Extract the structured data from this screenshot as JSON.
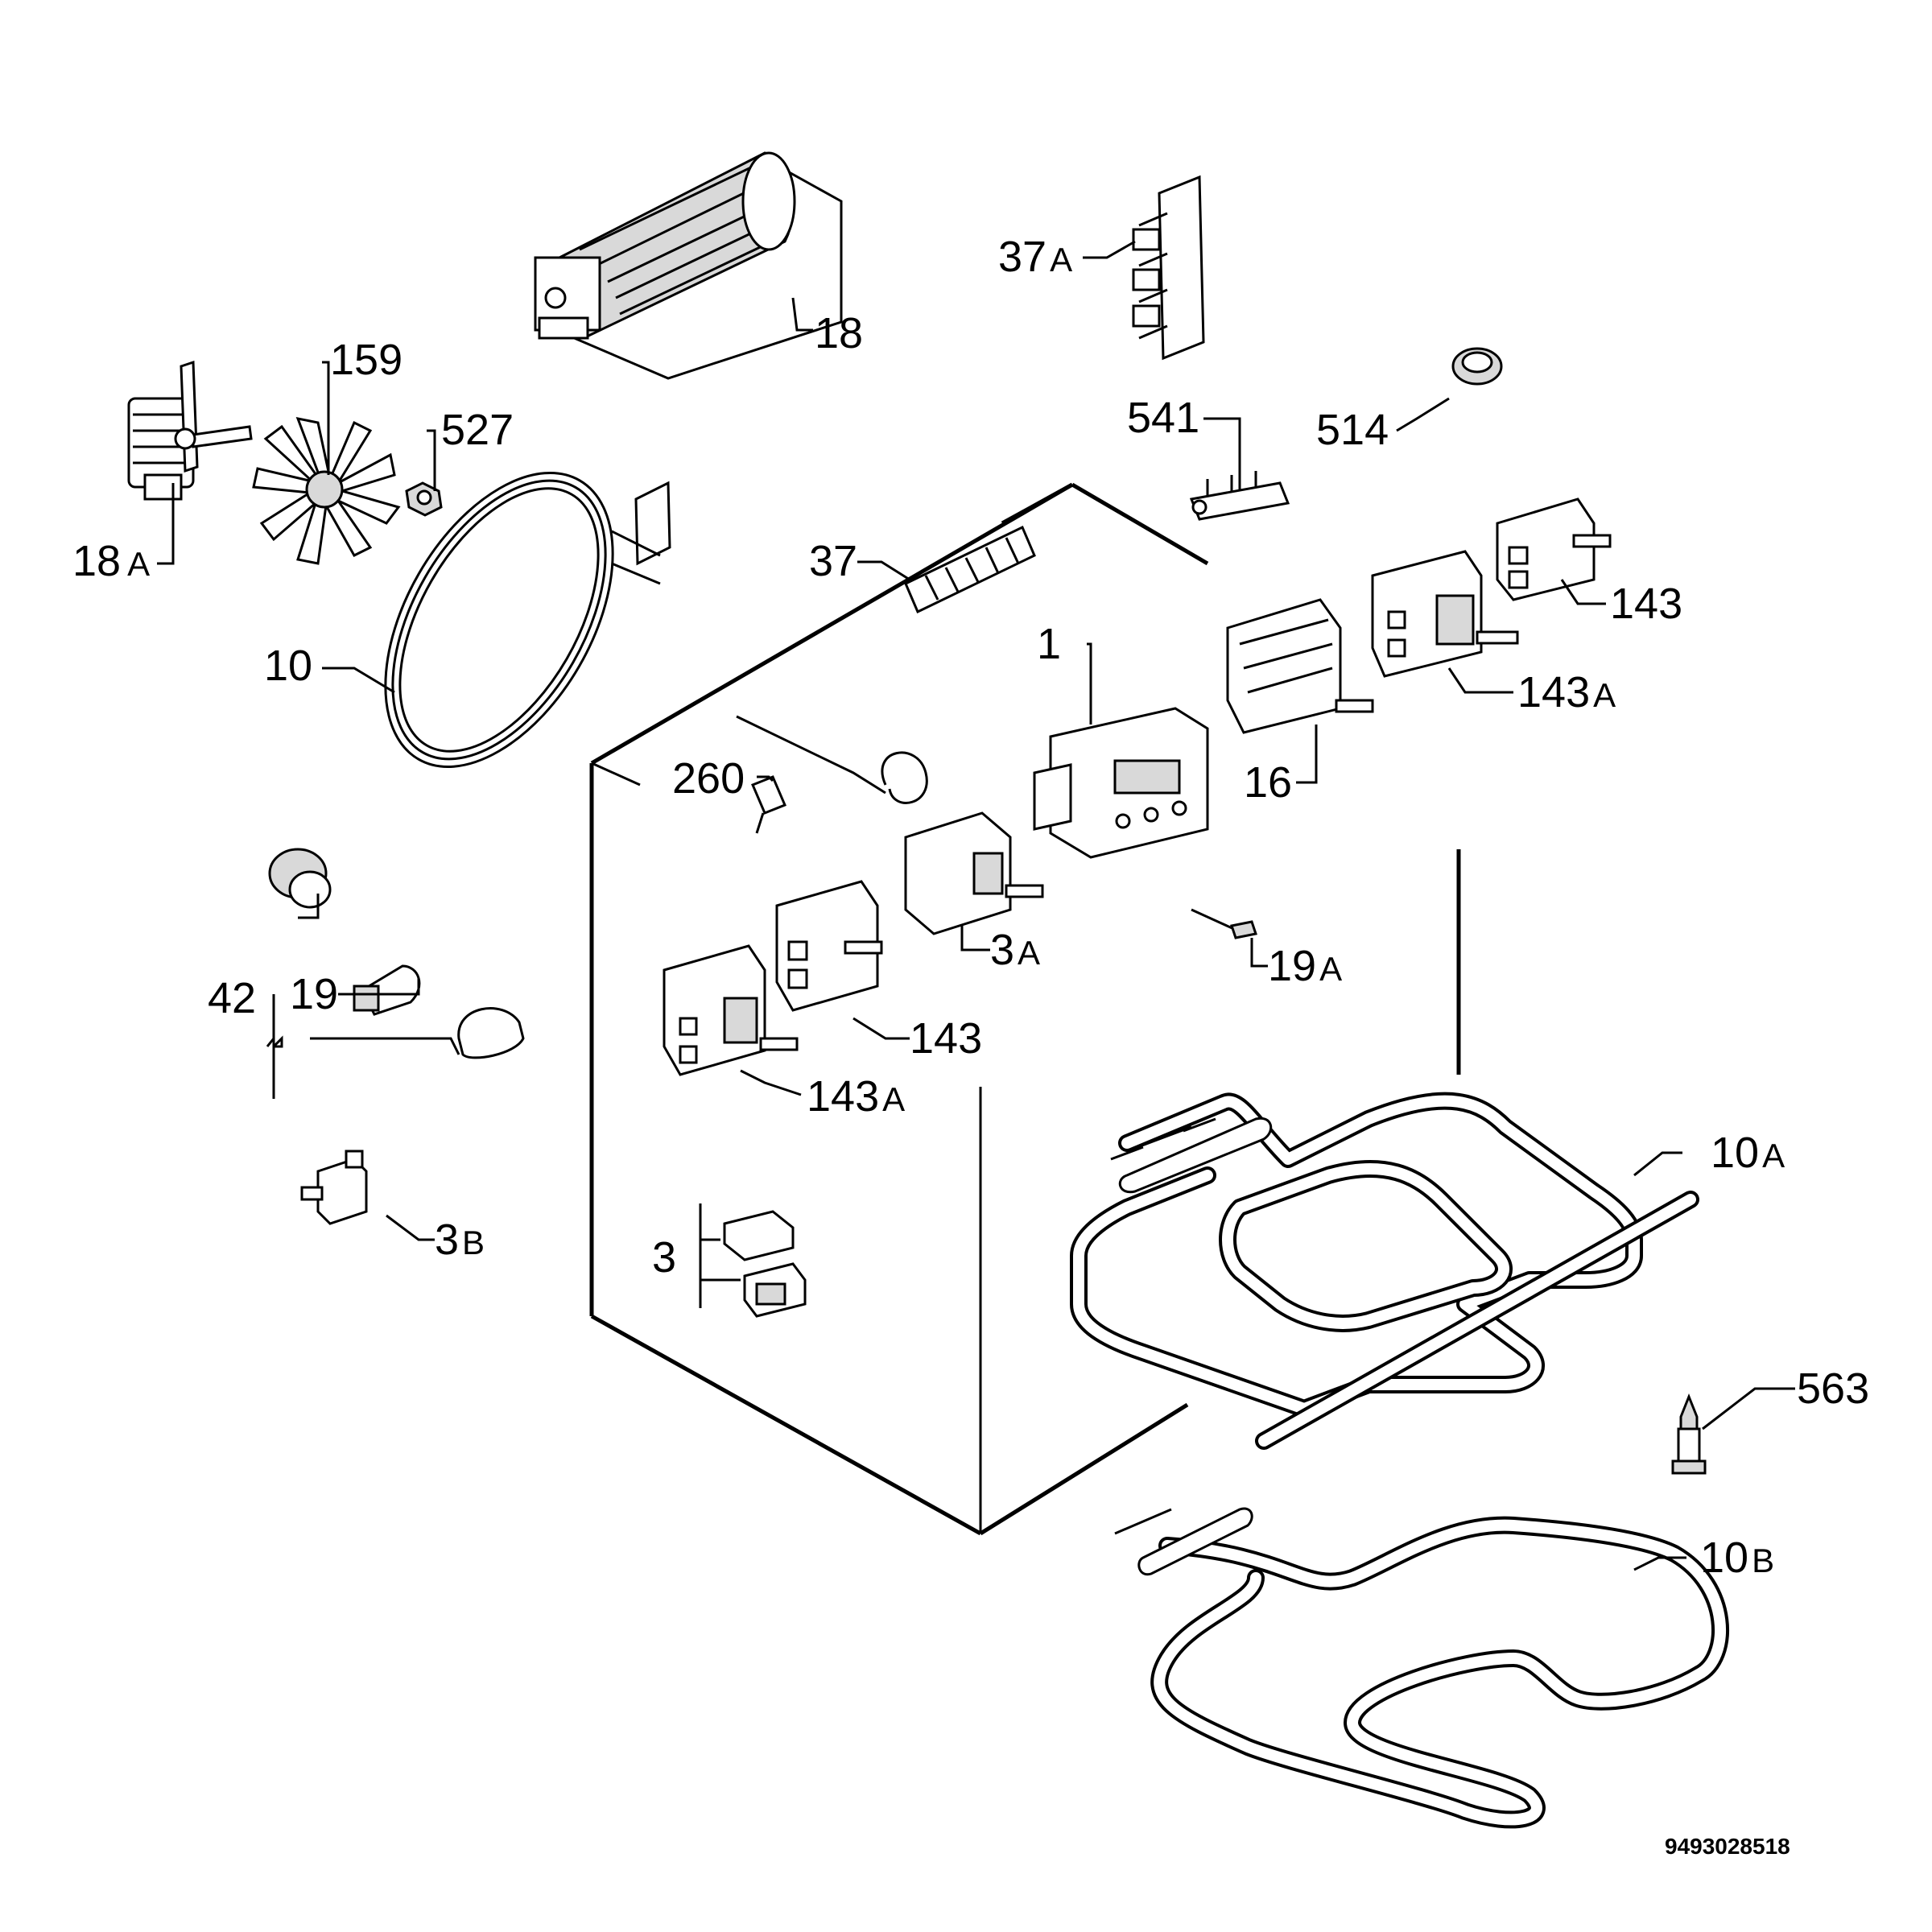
{
  "labels": {
    "l18": {
      "num": "18",
      "suffix": ""
    },
    "l159": {
      "num": "159",
      "suffix": ""
    },
    "l527": {
      "num": "527",
      "suffix": ""
    },
    "l18a": {
      "num": "18",
      "suffix": "A"
    },
    "l10": {
      "num": "10",
      "suffix": ""
    },
    "l37a": {
      "num": "37",
      "suffix": "A"
    },
    "l541": {
      "num": "541",
      "suffix": ""
    },
    "l514": {
      "num": "514",
      "suffix": ""
    },
    "l37": {
      "num": "37",
      "suffix": ""
    },
    "l143top": {
      "num": "143",
      "suffix": ""
    },
    "l1": {
      "num": "1",
      "suffix": ""
    },
    "l143atop": {
      "num": "143",
      "suffix": "A"
    },
    "l16": {
      "num": "16",
      "suffix": ""
    },
    "l260": {
      "num": "260",
      "suffix": ""
    },
    "l3a": {
      "num": "3",
      "suffix": "A"
    },
    "l19a": {
      "num": "19",
      "suffix": "A"
    },
    "l42": {
      "num": "42",
      "suffix": ""
    },
    "l19": {
      "num": "19",
      "suffix": ""
    },
    "l143mid": {
      "num": "143",
      "suffix": ""
    },
    "l143amid": {
      "num": "143",
      "suffix": "A"
    },
    "l10a": {
      "num": "10",
      "suffix": "A"
    },
    "l3b": {
      "num": "3",
      "suffix": "B"
    },
    "l3": {
      "num": "3",
      "suffix": ""
    },
    "l563": {
      "num": "563",
      "suffix": ""
    },
    "l10b": {
      "num": "10",
      "suffix": "B"
    }
  },
  "document_id": "9493028518"
}
